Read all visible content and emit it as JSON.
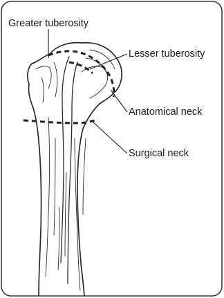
{
  "labels": {
    "greater_tuberosity": "Greater tuberosity",
    "lesser_tuberosity": "Lesser tuberosity",
    "anatomical_neck": "Anatomical neck",
    "surgical_neck": "Surgical neck"
  },
  "colors": {
    "frame": "#3a3a3a",
    "ink": "#2a2a2a",
    "background": "#ffffff"
  }
}
